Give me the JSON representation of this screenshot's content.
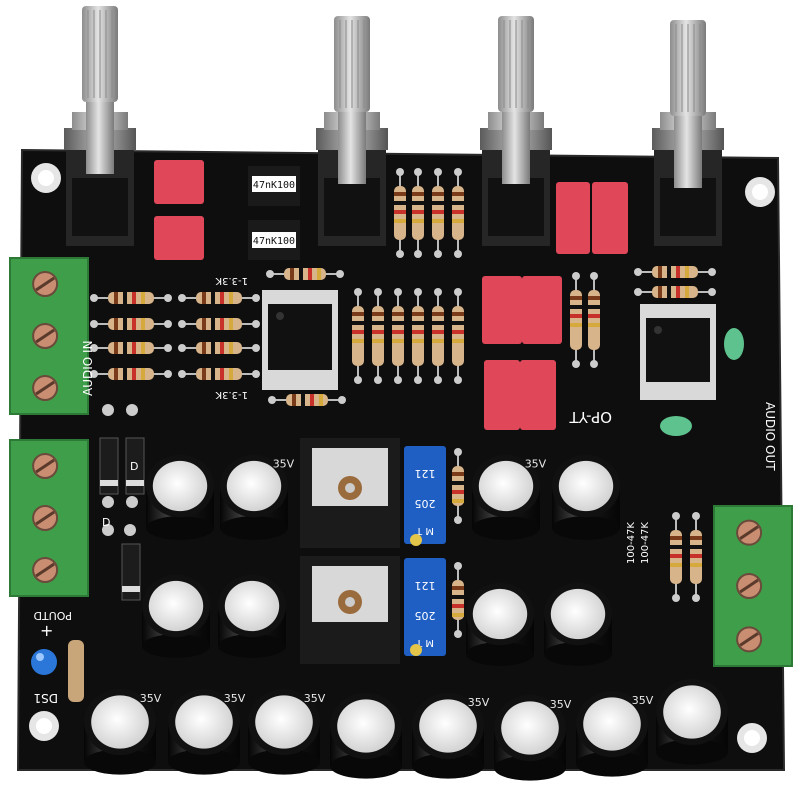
{
  "board": {
    "labels": {
      "audio_in": "AUDIO IN",
      "power": "POUTD",
      "led": "DS1",
      "audio_out": "AUDIO OUT",
      "opamp": "OP-YT",
      "range_left_top": "1-3.3K",
      "range_left_bottom": "1-3.3K",
      "range_right_1": "100-47K",
      "range_right_2": "100-47K",
      "plus": "+",
      "diode_1": "D",
      "diode_2": "D"
    },
    "caps_film": [
      "47nK100",
      "47nK100"
    ],
    "trimpots": [
      {
        "top": "121",
        "mid": "205",
        "bottom": "M T"
      },
      {
        "top": "121",
        "mid": "205",
        "bottom": "M T"
      }
    ],
    "electrolytic_marks": [
      "35V",
      "35V",
      "35V",
      "35V",
      "35V",
      "35V",
      "35V",
      "35V"
    ]
  },
  "colors": {
    "pcb": "#0e0e0e",
    "terminal": "#3f9e49",
    "film_cap": "#e0485a",
    "electrolytic": "#151515",
    "cap_top": "#f3f3f3",
    "trimpot": "#1f5fc4"
  }
}
